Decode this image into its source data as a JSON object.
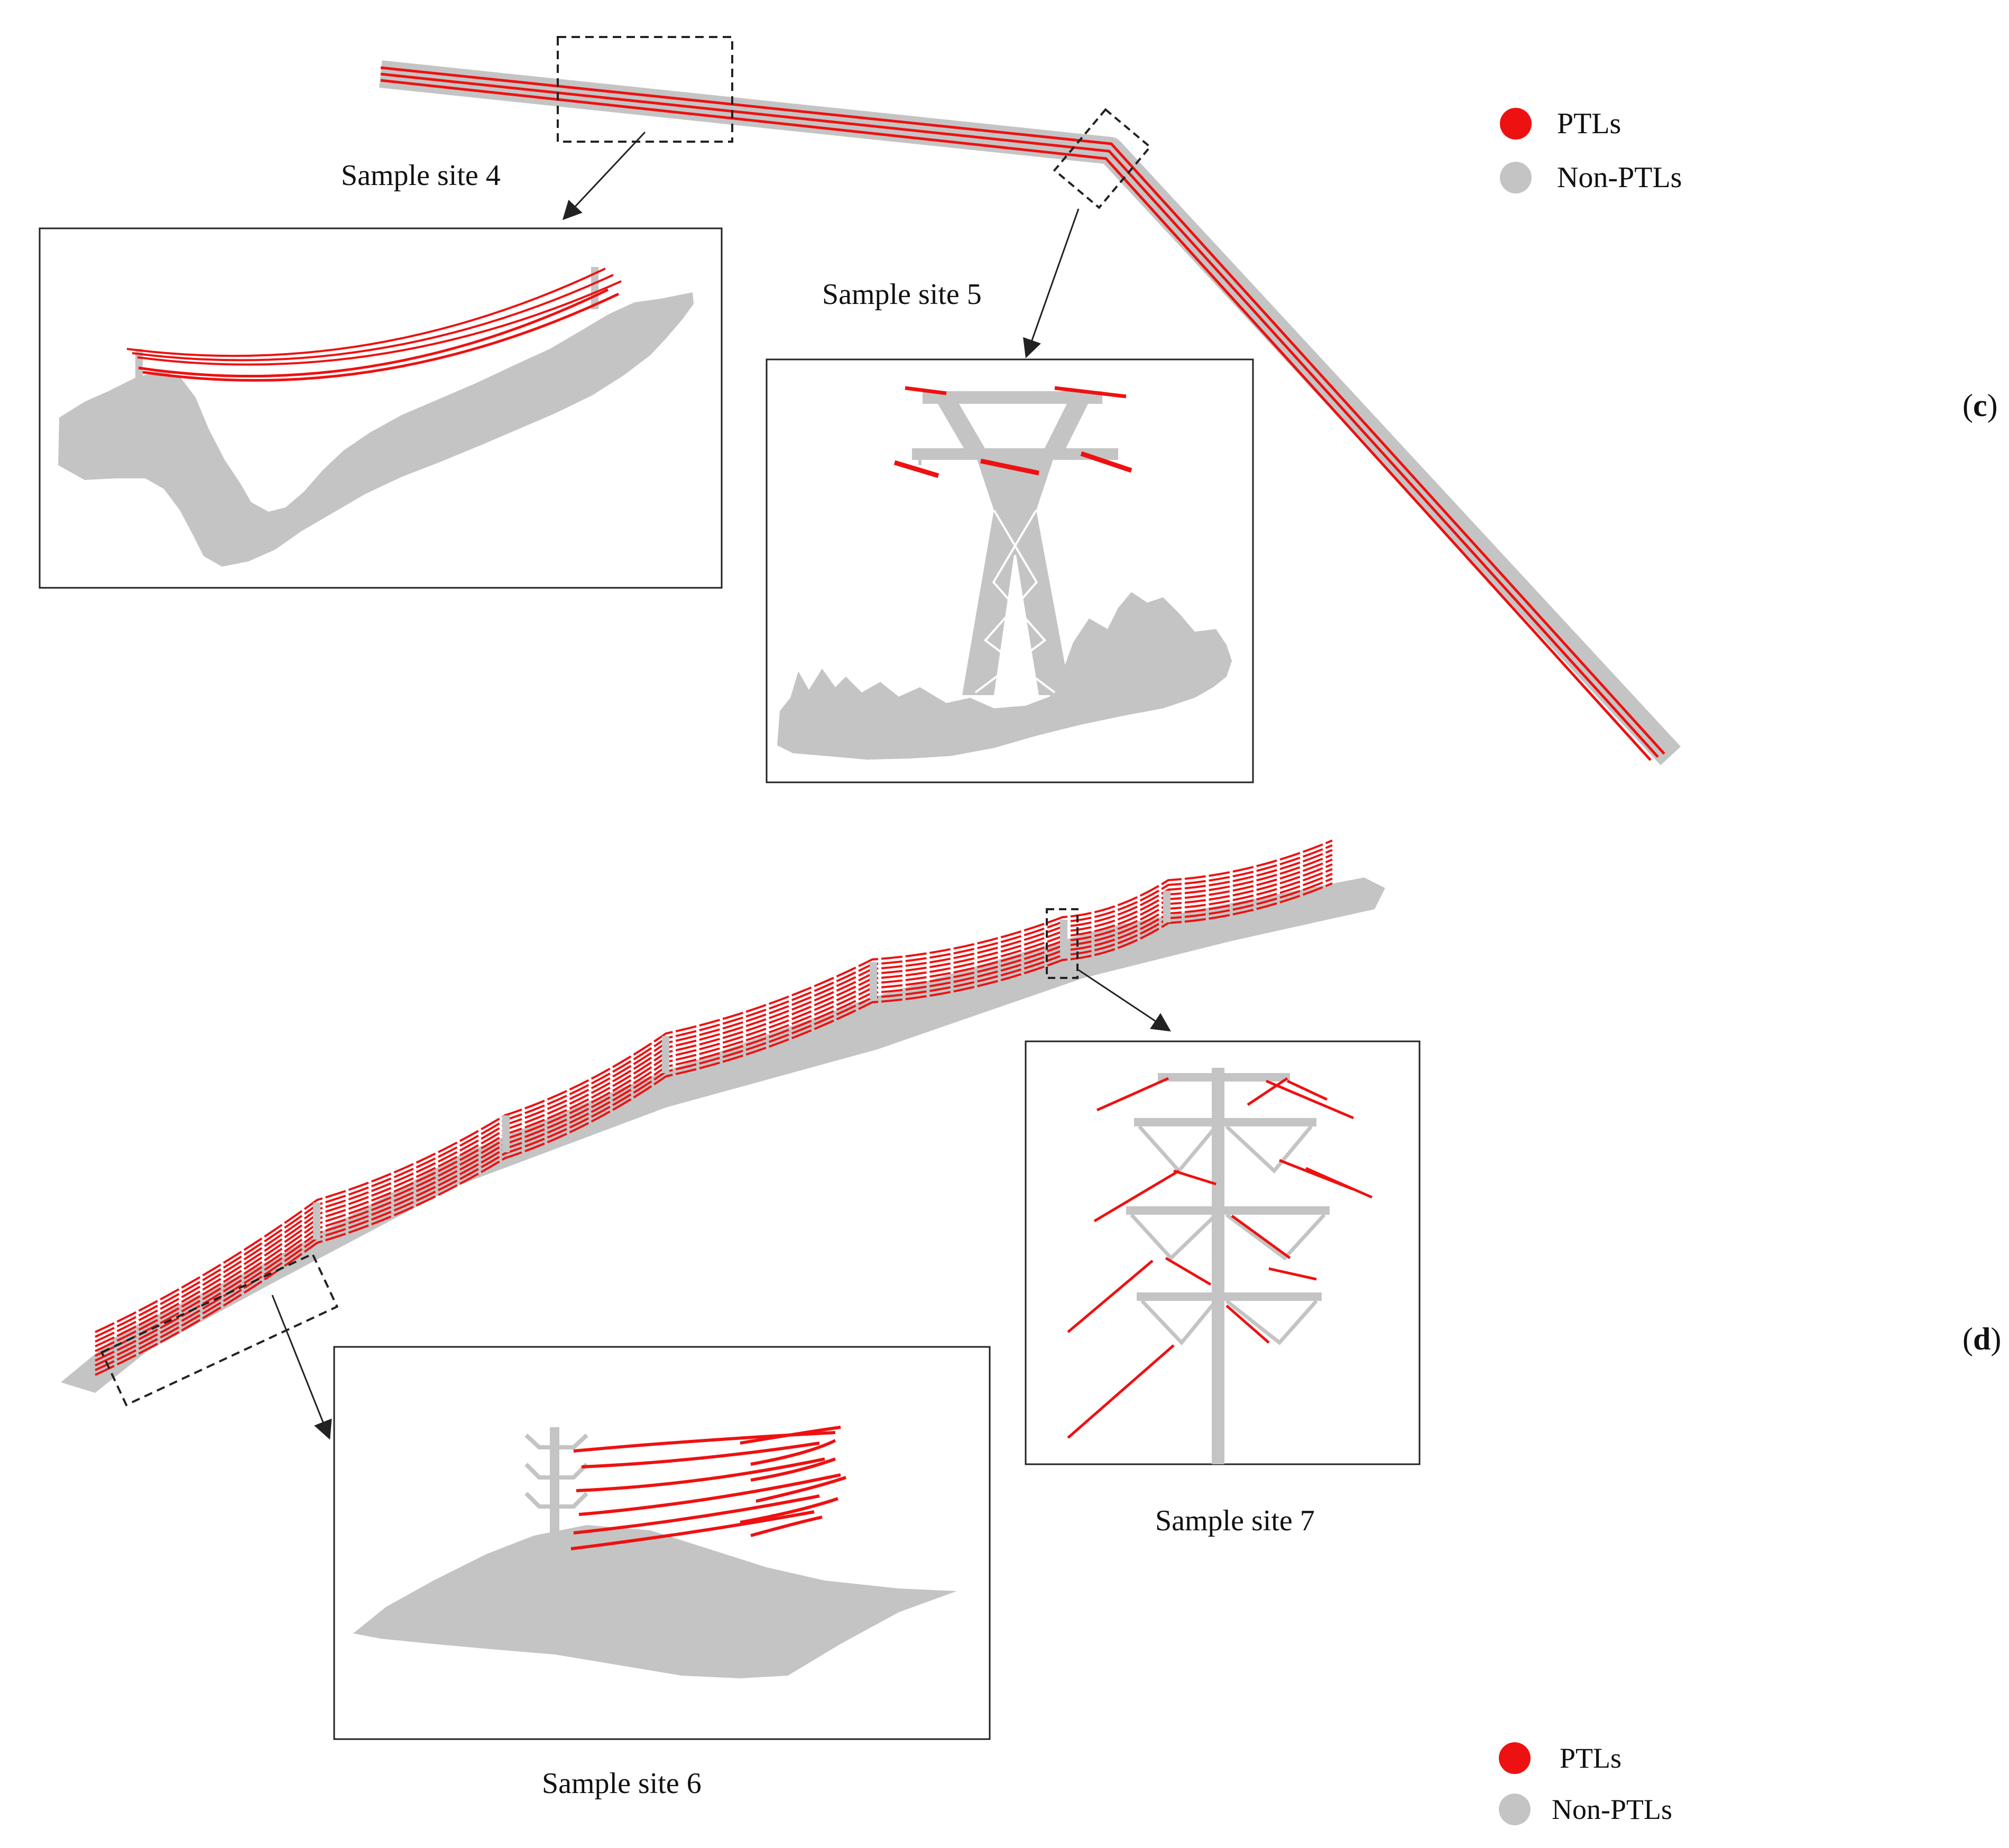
{
  "colors": {
    "ptl": "#ee1111",
    "non_ptl": "#c4c4c4",
    "frame": "#222222",
    "background": "#ffffff"
  },
  "panel_c": {
    "label_open": "(",
    "label_letter": "c",
    "label_close": ")",
    "legend": [
      {
        "label": "PTLs",
        "color": "#ee1111"
      },
      {
        "label": "Non-PTLs",
        "color": "#c4c4c4"
      }
    ],
    "sites": [
      {
        "label": "Sample site 4"
      },
      {
        "label": "Sample site 5"
      }
    ]
  },
  "panel_d": {
    "label_open": "(",
    "label_letter": "d",
    "label_close": ")",
    "legend": [
      {
        "label": "PTLs",
        "color": "#ee1111"
      },
      {
        "label": "Non-PTLs",
        "color": "#c4c4c4"
      }
    ],
    "sites": [
      {
        "label": "Sample site 6"
      },
      {
        "label": "Sample site 7"
      }
    ]
  }
}
